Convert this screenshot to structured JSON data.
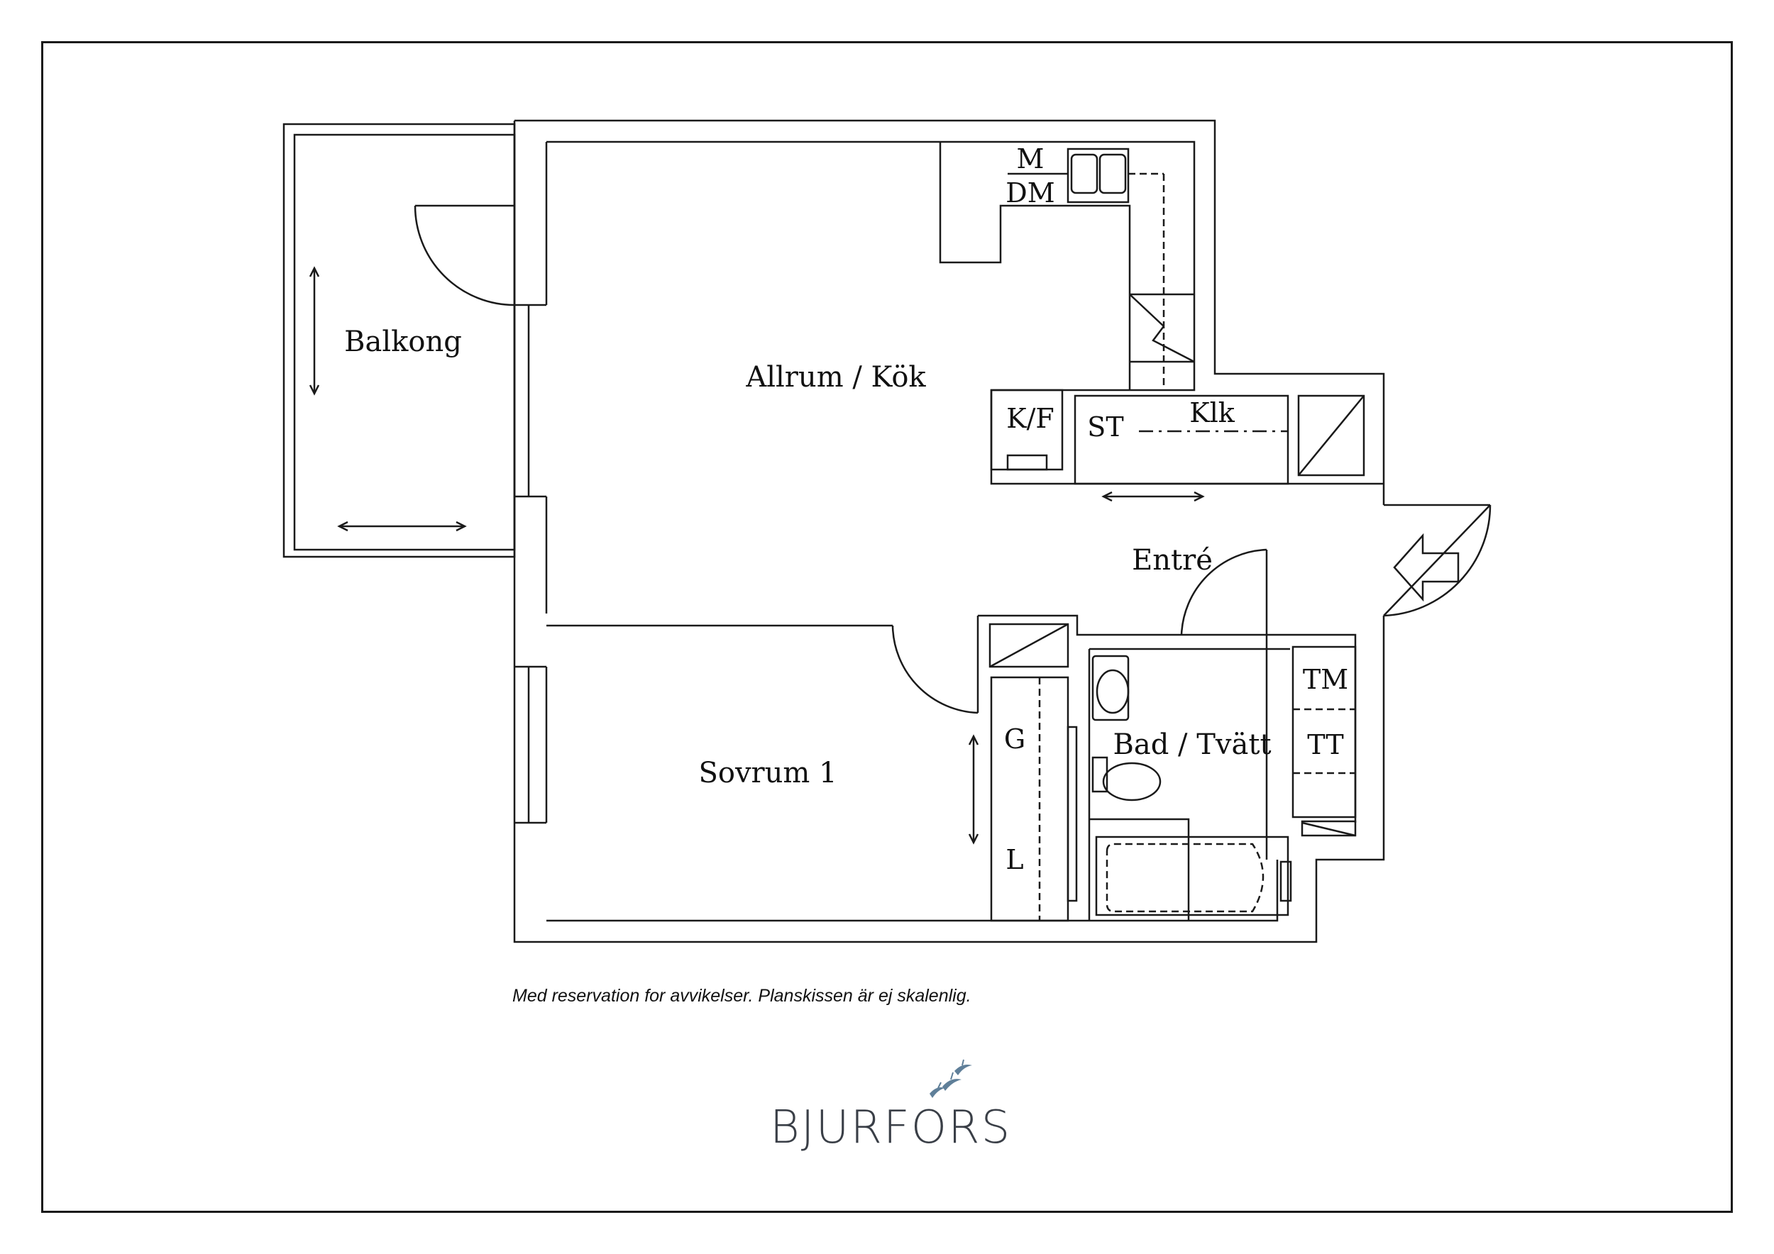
{
  "rooms": {
    "balkong": "Balkong",
    "allrum": "Allrum / Kök",
    "entre": "Entré",
    "sovrum": "Sovrum 1",
    "bad": "Bad / Tvätt"
  },
  "fixtures": {
    "m": "M",
    "dm": "DM",
    "kf": "K/F",
    "st": "ST",
    "klk": "Klk",
    "tm": "TM",
    "tt": "TT",
    "g": "G",
    "l": "L"
  },
  "disclaimer": "Med reservation for avvikelser. Planskissen är ej skalenlig.",
  "logo": {
    "text": "BJURFORS",
    "color": "#3a3f47",
    "bird_color": "#5f7f99"
  }
}
